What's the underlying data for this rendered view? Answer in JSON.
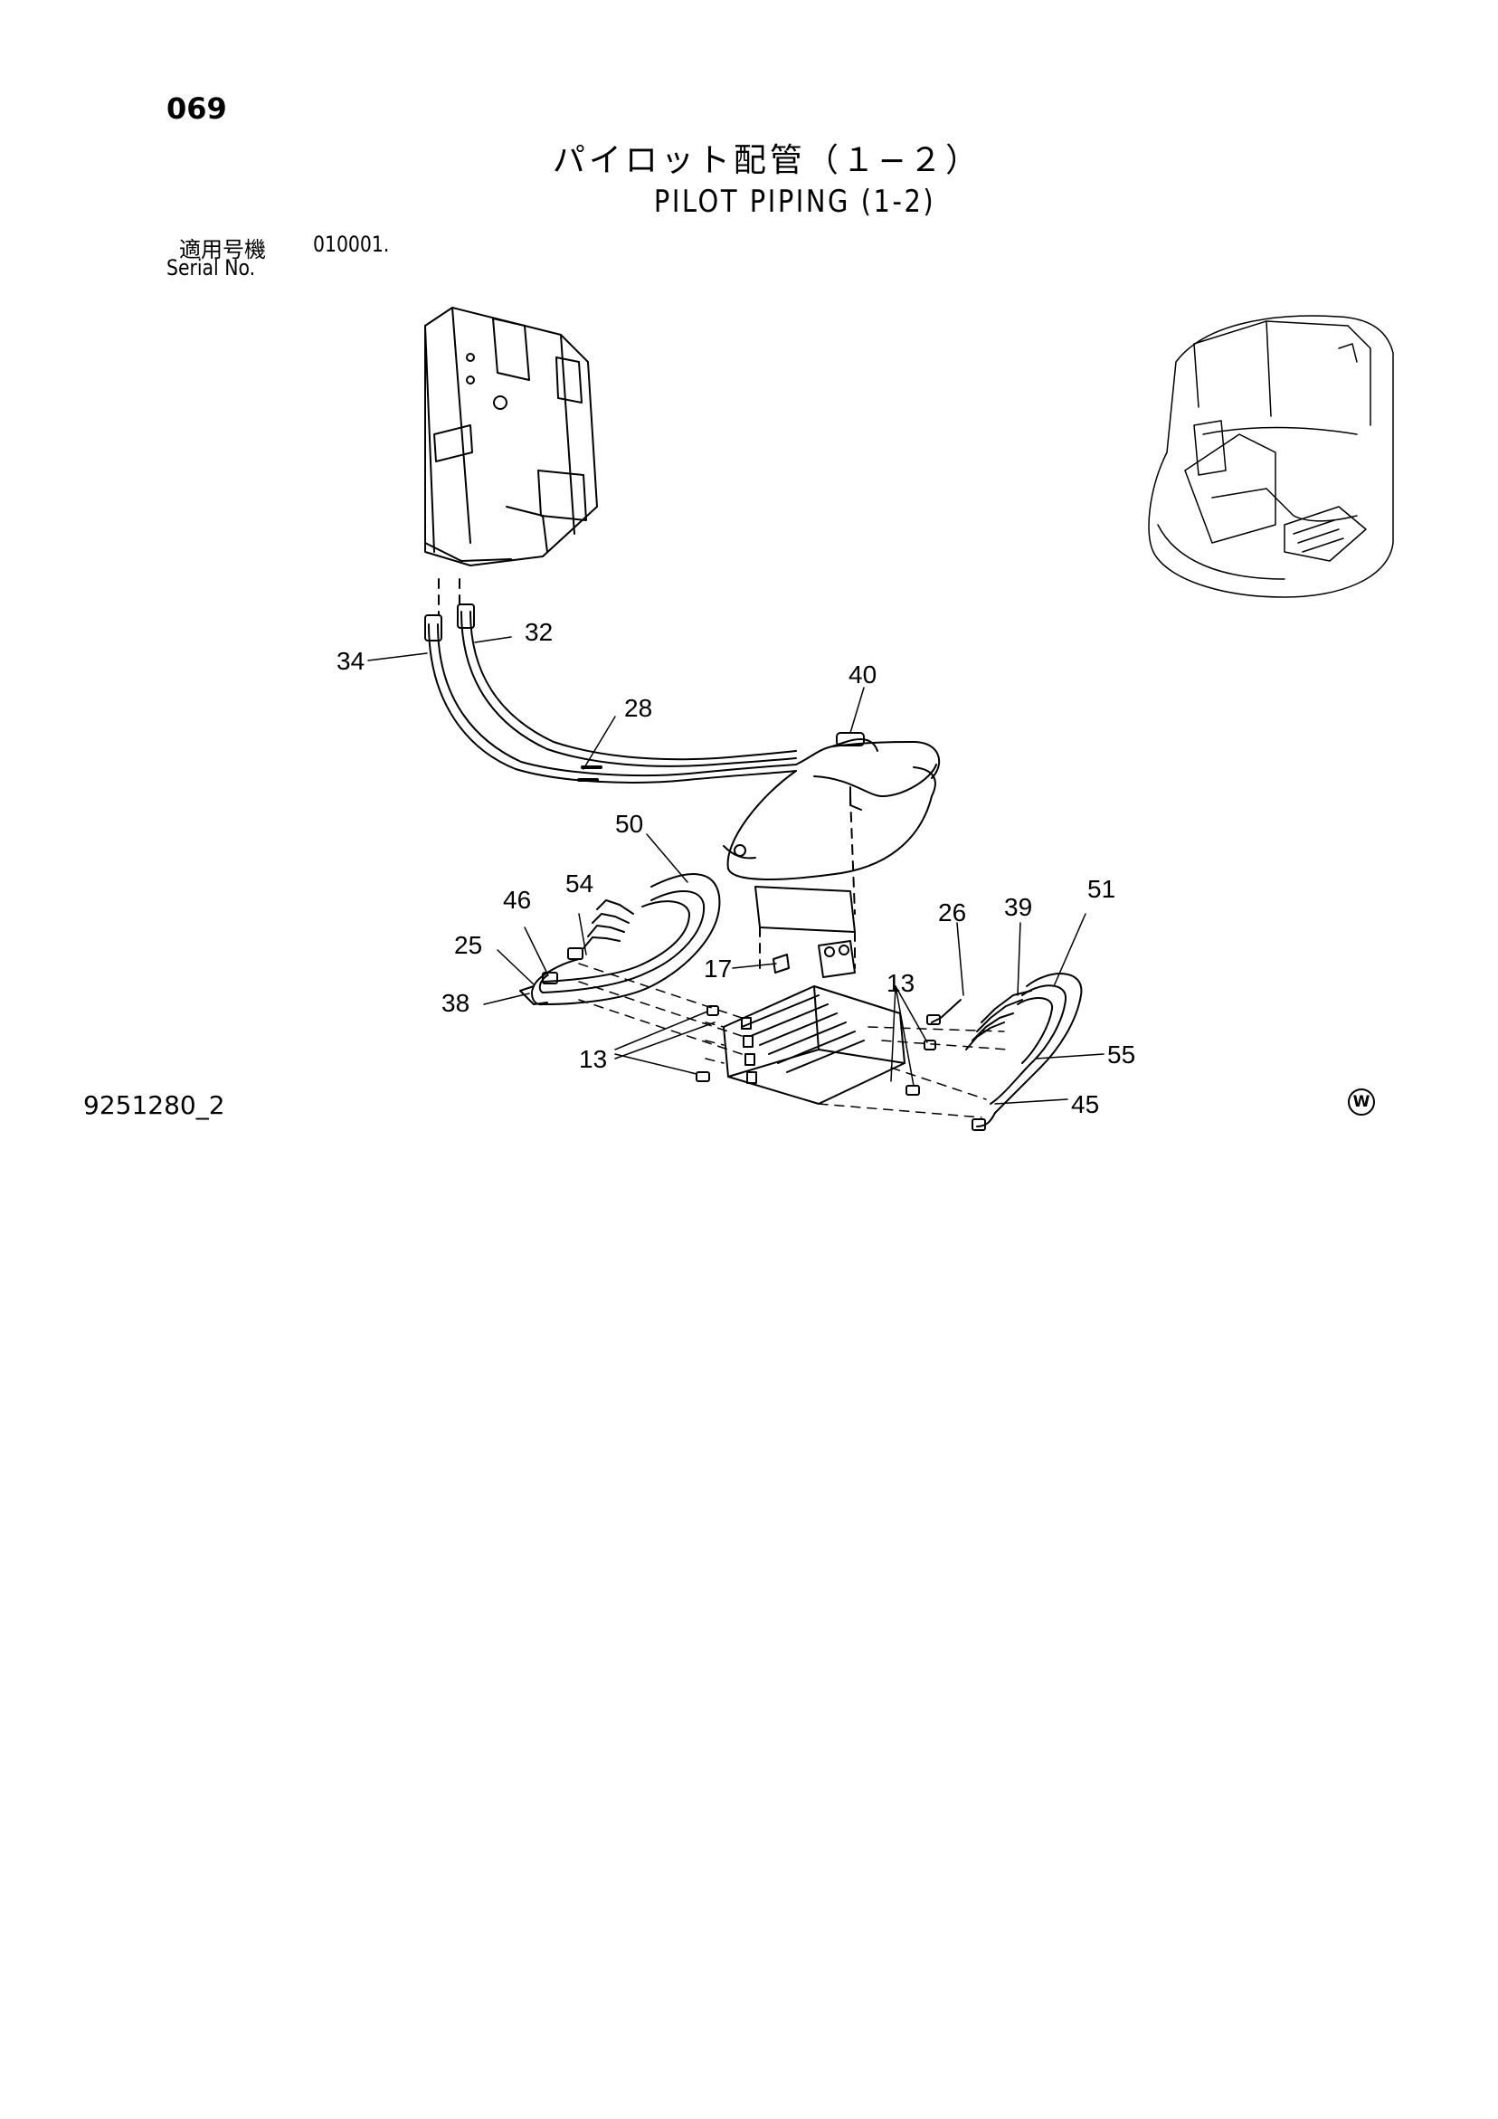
{
  "page": {
    "number": "069",
    "title_jp": "パイロット配管（１−２）",
    "title_en": "PILOT PIPING (1-2)",
    "serial_label_jp": "適用号機",
    "serial_value": "010001.",
    "serial_label_en": "Serial No.",
    "drawing_number": "9251280_2",
    "copyright_mark": "W"
  },
  "callouts": [
    "34",
    "32",
    "28",
    "40",
    "50",
    "54",
    "46",
    "25",
    "38",
    "17",
    "13",
    "13",
    "26",
    "39",
    "51",
    "55",
    "45"
  ]
}
